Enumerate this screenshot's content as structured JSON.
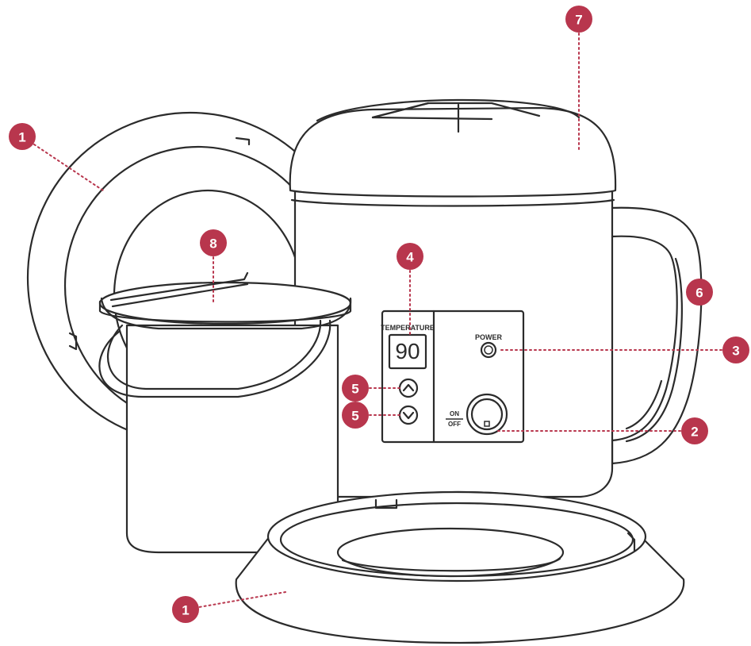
{
  "accent_color": "#b8364d",
  "callouts": [
    {
      "id": "base-ring-left",
      "label": "1"
    },
    {
      "id": "base-ring-front",
      "label": "1"
    },
    {
      "id": "power-switch",
      "label": "2"
    },
    {
      "id": "power-light",
      "label": "3"
    },
    {
      "id": "temperature-display",
      "label": "4"
    },
    {
      "id": "temp-up",
      "label": "5"
    },
    {
      "id": "temp-down",
      "label": "5"
    },
    {
      "id": "handle",
      "label": "6"
    },
    {
      "id": "lid",
      "label": "7"
    },
    {
      "id": "wax-can",
      "label": "8"
    }
  ],
  "panel": {
    "temperature_label": "TEMPERATURE",
    "display_value": "90",
    "power_label": "POWER",
    "on_label": "ON",
    "off_label": "OFF"
  }
}
